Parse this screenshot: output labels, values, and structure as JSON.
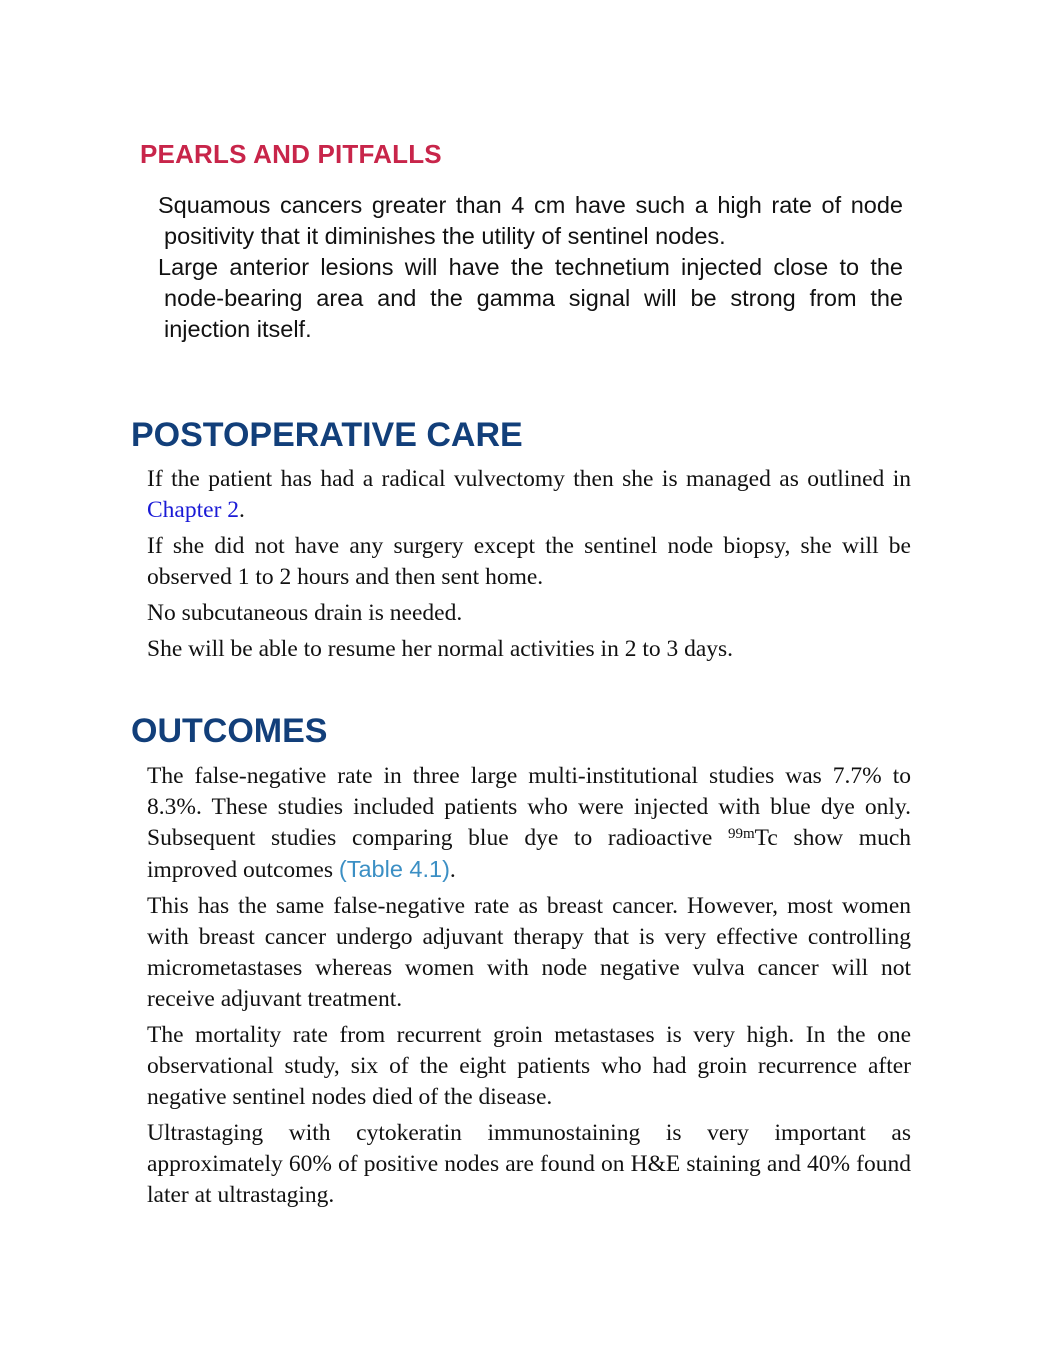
{
  "pearls": {
    "heading": "PEARLS AND PITFALLS",
    "items": [
      "Squamous cancers greater than 4 cm have such a high rate of node positivity that it diminishes the utility of sentinel nodes.",
      "Large anterior lesions will have the technetium injected close to the node-bearing area and the gamma signal will be strong from the injection itself."
    ]
  },
  "postoperative_care": {
    "heading": "POSTOPERATIVE CARE",
    "p1_prefix": "If the patient has had a radical vulvectomy then she is managed as outlined in ",
    "p1_link": "Chapter 2",
    "p1_suffix": ".",
    "p2": "If she did not have any surgery except the sentinel node biopsy, she will be observed 1 to 2 hours and then sent home.",
    "p3": "No subcutaneous drain is needed.",
    "p4": "She will be able to resume her normal activities in 2 to 3 days."
  },
  "outcomes": {
    "heading": "OUTCOMES",
    "p1_text": "The false-negative rate in three large multi-institutional studies was 7.7% to 8.3%. These studies included patients who were injected with blue dye only. Subsequent studies comparing blue dye to radioactive ",
    "p1_isotope_sup": "99m",
    "p1_isotope_symbol": "Tc",
    "p1_after_isotope": " show much improved outcomes ",
    "p1_table_link": "(Table 4.1)",
    "p1_end": ".",
    "p2": "This has the same false-negative rate as breast cancer. However, most women with breast cancer undergo adjuvant therapy that is very effective controlling micrometastases whereas women with node negative vulva cancer will not receive adjuvant treatment.",
    "p3": "The mortality rate from recurrent groin metastases is very high. In the one observational study, six of the eight patients who had groin recurrence after negative sentinel nodes died of the disease.",
    "p4": "Ultrastaging with cytokeratin immunostaining is very important as approximately 60% of positive nodes are found on H&E staining and 40% found later at ultrastaging."
  },
  "colors": {
    "pearls_heading": "#c8254a",
    "section_heading": "#123f7a",
    "chapter_link": "#1a1ad6",
    "table_link": "#3b8fc4",
    "body_text": "#111111"
  }
}
